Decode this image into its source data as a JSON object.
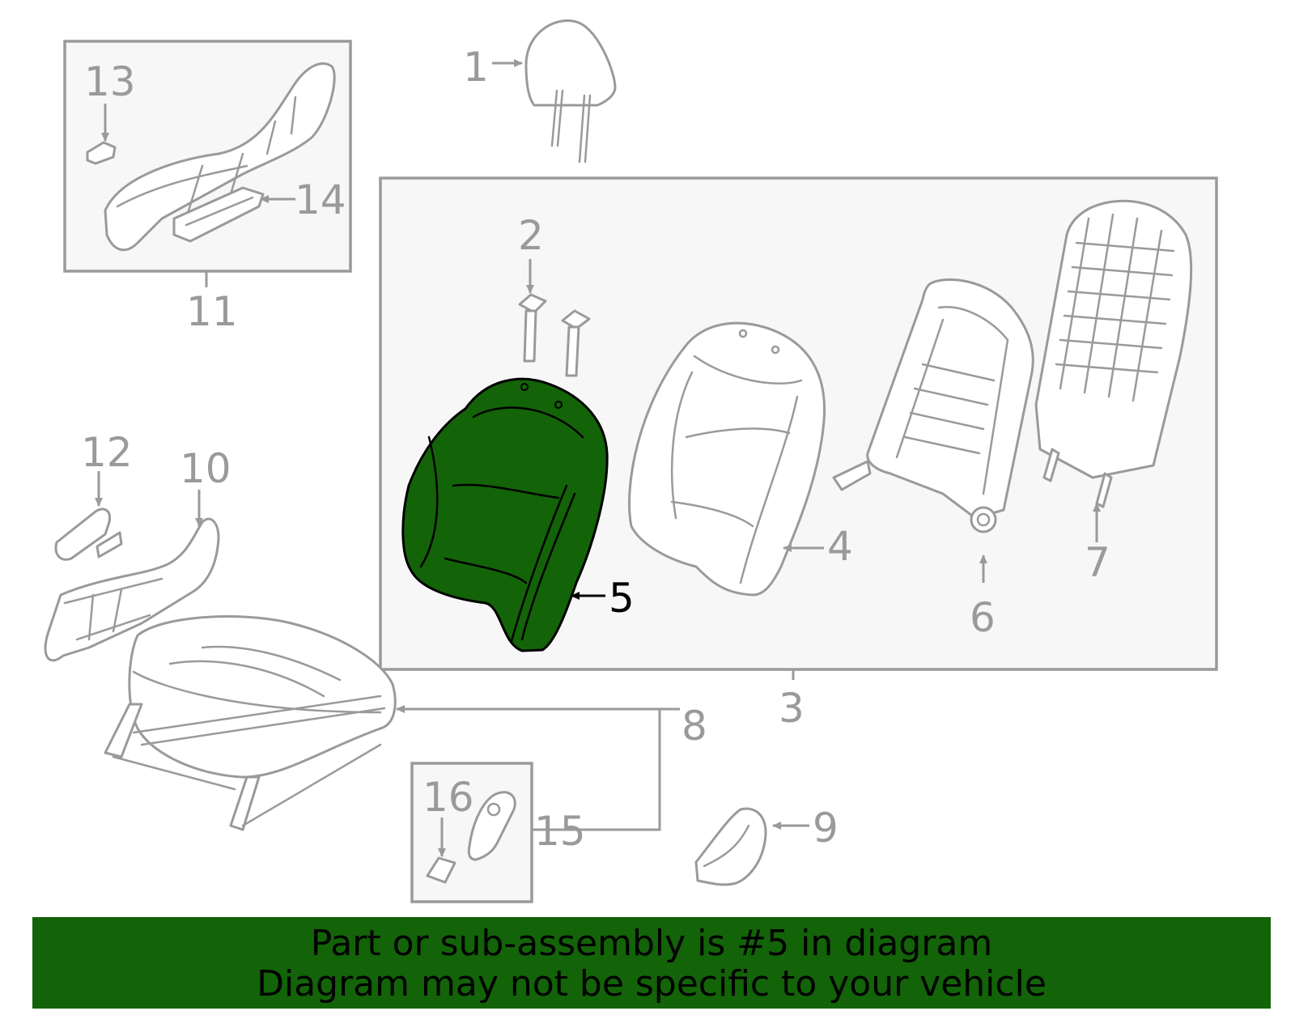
{
  "diagram": {
    "highlighted_part": "5",
    "highlight_color": "#136308",
    "line_color": "#9a9a9a",
    "callouts": [
      "1",
      "2",
      "3",
      "4",
      "5",
      "6",
      "7",
      "8",
      "9",
      "10",
      "11",
      "12",
      "13",
      "14",
      "15",
      "16"
    ]
  },
  "banner": {
    "line1": "Part or sub-assembly is #5 in diagram",
    "line2": "Diagram may not be specific to your vehicle",
    "background": "#136308"
  }
}
